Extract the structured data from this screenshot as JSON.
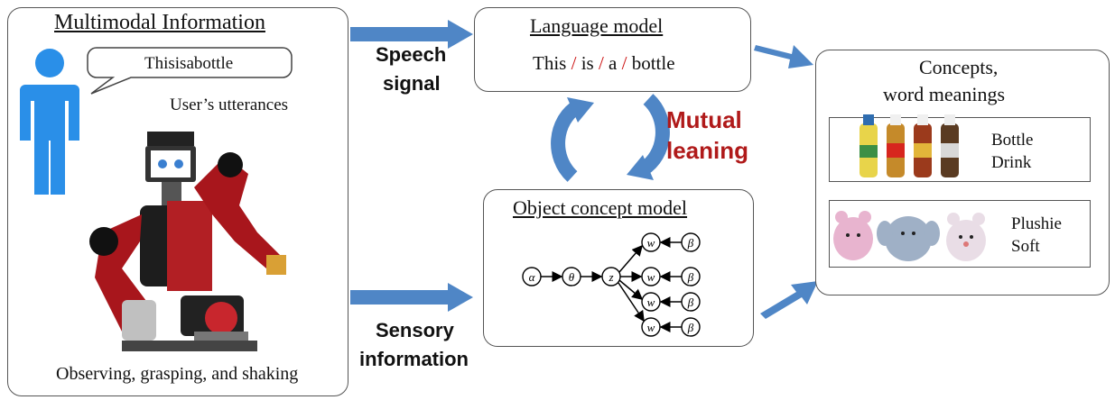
{
  "multimodal": {
    "title": "Multimodal Information",
    "speech_bubble": "Thisisabottle",
    "utterance_label": "User’s utterances",
    "caption": "Observing, grasping, and shaking"
  },
  "arrows": {
    "speech_1": "Speech",
    "speech_2": "signal",
    "sensory_1": "Sensory",
    "sensory_2": "information",
    "mutual_1": "Mutual",
    "mutual_2": "leaning"
  },
  "language_model": {
    "title": "Language model",
    "words": [
      "This",
      "is",
      "a",
      "bottle"
    ],
    "separator": "/"
  },
  "object_concept_model": {
    "title": "Object concept model",
    "nodes": {
      "alpha": "α",
      "theta": "θ",
      "z": "z",
      "w": [
        "w",
        "w",
        "w",
        "w"
      ],
      "beta": [
        "β",
        "β",
        "β",
        "β"
      ]
    }
  },
  "concepts": {
    "title_1": "Concepts,",
    "title_2": "word meanings",
    "cards": [
      {
        "words_1": "Bottle",
        "words_2": "Drink"
      },
      {
        "words_1": "Plushie",
        "words_2": "Soft"
      }
    ]
  },
  "colors": {
    "arrow_blue": "#4f86c6",
    "mutual_red": "#b01a1a",
    "person_blue": "#2a8fe8"
  }
}
